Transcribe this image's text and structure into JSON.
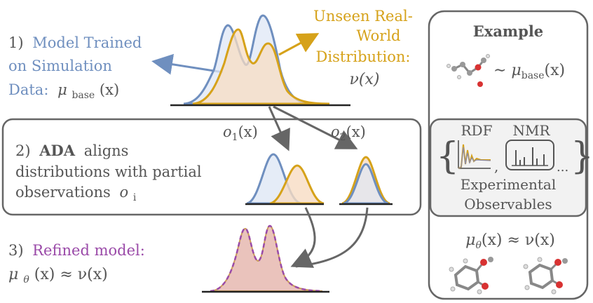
{
  "step1": {
    "prefix": "1)",
    "line1": "Model Trained",
    "line2": "on Simulation",
    "line3_colored": "Data:",
    "line3_math": "μ",
    "line3_sub": "base",
    "line3_arg": "(x)"
  },
  "unseen": {
    "line1": "Unseen Real-",
    "line2": "World",
    "line3": "Distribution:",
    "line4": "ν(x)"
  },
  "step2": {
    "prefix": "2)",
    "bold": "ADA",
    "line1_rest": "aligns",
    "line2": "distributions with partial",
    "line3": "observations",
    "line3_math": "o",
    "line3_sub": "i",
    "obs1": "o",
    "obs1_sub": "1",
    "obs1_arg": "(x)",
    "obs2": "o",
    "obs2_sub": "2",
    "obs2_arg": "(x)"
  },
  "step3": {
    "prefix": "3)",
    "line1": "Refined model:",
    "line2": "μ",
    "line2_sub": "θ",
    "line2_rest": "(x) ≈ ν(x)"
  },
  "example": {
    "title": "Example",
    "sim_rel": "∼ μ",
    "sim_sub": "base",
    "sim_arg": "(x)",
    "rdf_label": "RDF",
    "nmr_label": "NMR",
    "comma": ",",
    "ellipsis": "...",
    "observables_line1": "Experimental",
    "observables_line2": "Observables",
    "refined_eq": "μ",
    "refined_sub": "θ",
    "refined_rest": "(x) ≈ ν(x)"
  },
  "colors": {
    "blue": "#6f8fbf",
    "gold": "#d6a21a",
    "purple": "#9a4aa8",
    "text": "#555555",
    "box": "#666666"
  }
}
